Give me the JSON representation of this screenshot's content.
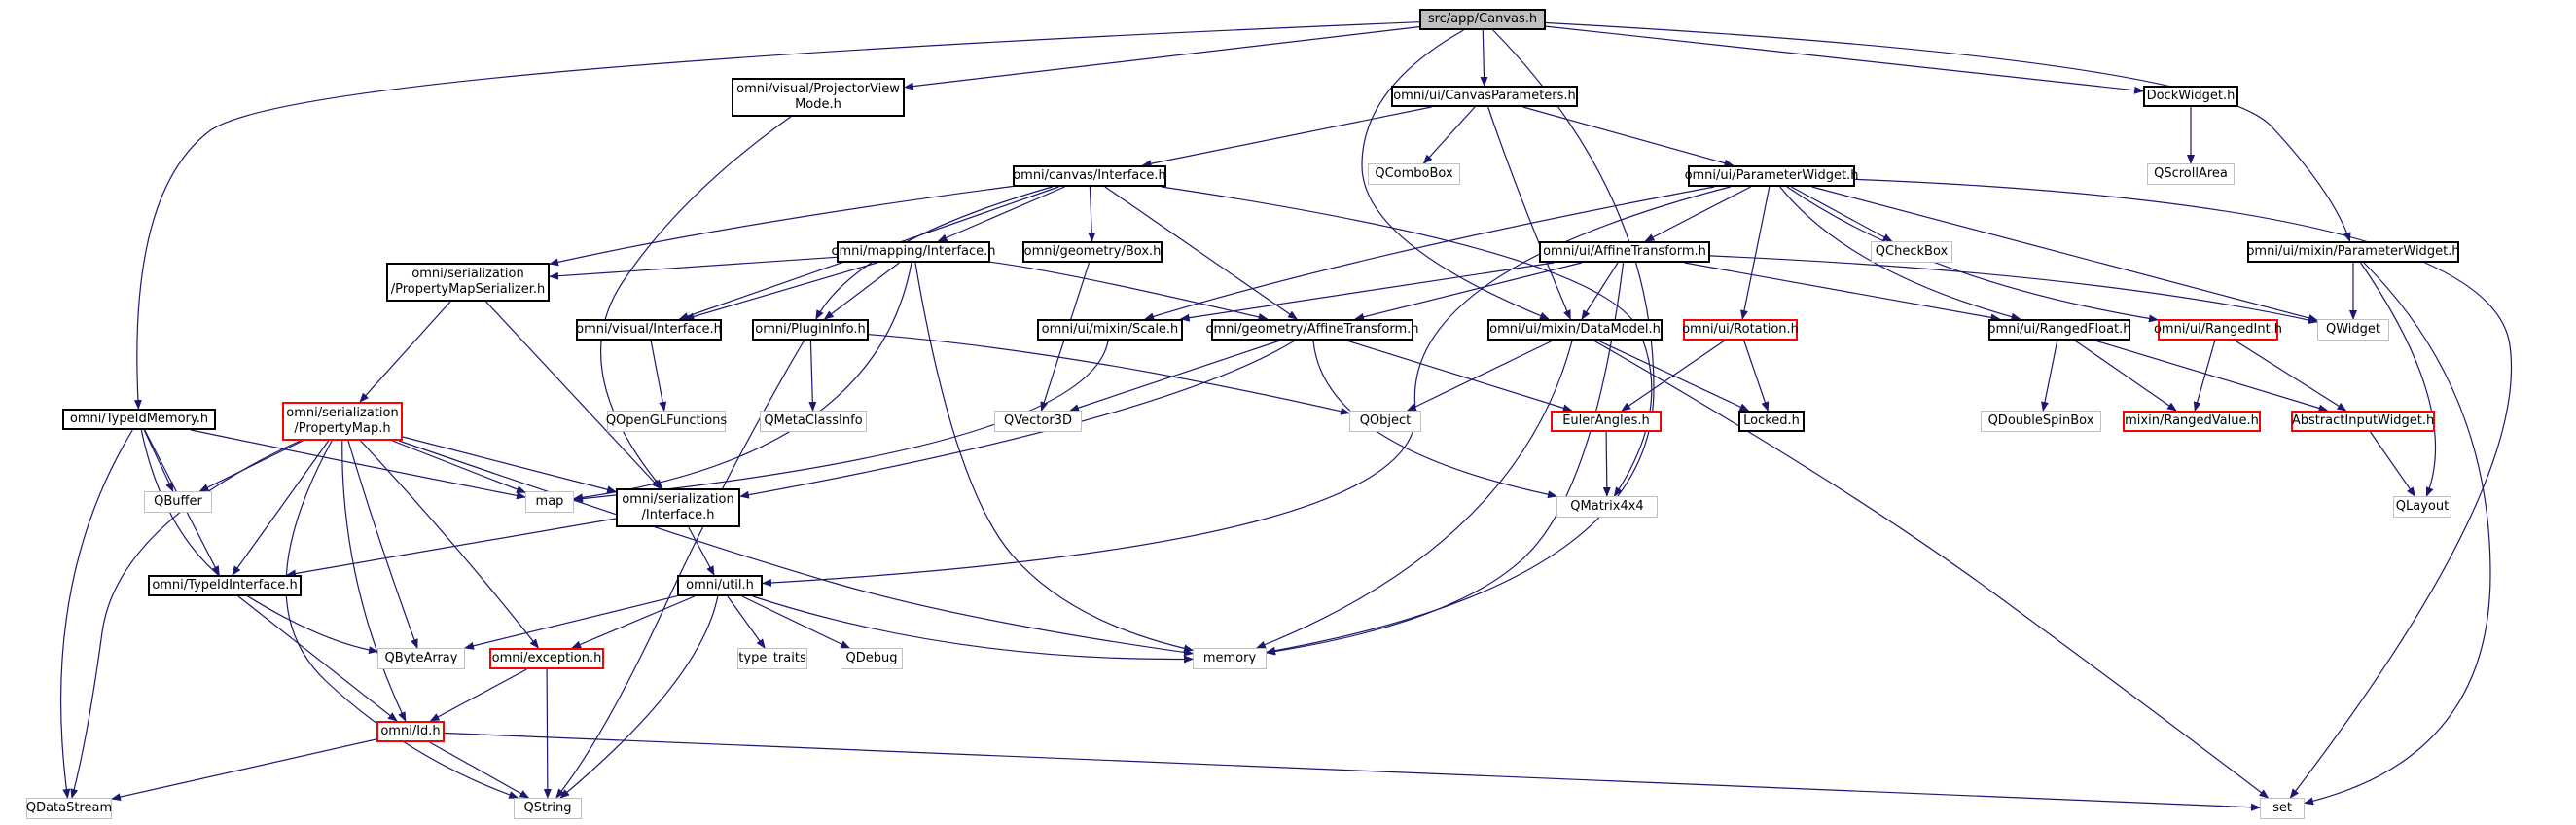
{
  "graph": {
    "colors": {
      "edge": "#191970",
      "documented_border": "#000000",
      "external_border": "#bfbfbf",
      "incomplete_border": "#ff0000",
      "root_fill": "#bfbfbf"
    },
    "nodes": [
      {
        "id": "canvas",
        "label": "src/app/Canvas.h",
        "kind": "root"
      },
      {
        "id": "projector",
        "label": "omni/visual/ProjectorView\nMode.h",
        "kind": "doc"
      },
      {
        "id": "canvasparams",
        "label": "omni/ui/CanvasParameters.h",
        "kind": "doc"
      },
      {
        "id": "dockwidget",
        "label": "DockWidget.h",
        "kind": "doc"
      },
      {
        "id": "qscrollarea",
        "label": "QScrollArea",
        "kind": "ext"
      },
      {
        "id": "qcombobox",
        "label": "QComboBox",
        "kind": "ext"
      },
      {
        "id": "canvasinterface",
        "label": "omni/canvas/Interface.h",
        "kind": "doc"
      },
      {
        "id": "paramwidget",
        "label": "omni/ui/ParameterWidget.h",
        "kind": "doc"
      },
      {
        "id": "mappinginterface",
        "label": "omni/mapping/Interface.h",
        "kind": "doc"
      },
      {
        "id": "box",
        "label": "omni/geometry/Box.h",
        "kind": "doc"
      },
      {
        "id": "uiaffine",
        "label": "omni/ui/AffineTransform.h",
        "kind": "doc"
      },
      {
        "id": "qcheckbox",
        "label": "QCheckBox",
        "kind": "ext"
      },
      {
        "id": "mixinparamwidget",
        "label": "omni/ui/mixin/ParameterWidget.h",
        "kind": "doc"
      },
      {
        "id": "propmapserializer",
        "label": "omni/serialization\n/PropertyMapSerializer.h",
        "kind": "doc"
      },
      {
        "id": "visualinterface",
        "label": "omni/visual/Interface.h",
        "kind": "doc"
      },
      {
        "id": "plugininfo",
        "label": "omni/PluginInfo.h",
        "kind": "doc"
      },
      {
        "id": "mixinscale",
        "label": "omni/ui/mixin/Scale.h",
        "kind": "doc"
      },
      {
        "id": "geomaffine",
        "label": "omni/geometry/AffineTransform.h",
        "kind": "doc"
      },
      {
        "id": "datamodel",
        "label": "omni/ui/mixin/DataModel.h",
        "kind": "doc"
      },
      {
        "id": "rotation",
        "label": "omni/ui/Rotation.h",
        "kind": "inc"
      },
      {
        "id": "rangedfloat",
        "label": "omni/ui/RangedFloat.h",
        "kind": "doc"
      },
      {
        "id": "rangedint",
        "label": "omni/ui/RangedInt.h",
        "kind": "inc"
      },
      {
        "id": "qwidget",
        "label": "QWidget",
        "kind": "ext"
      },
      {
        "id": "typeidmemory",
        "label": "omni/TypeIdMemory.h",
        "kind": "doc"
      },
      {
        "id": "propertymap",
        "label": "omni/serialization\n/PropertyMap.h",
        "kind": "inc"
      },
      {
        "id": "qopengl",
        "label": "QOpenGLFunctions",
        "kind": "ext"
      },
      {
        "id": "qmetaclassinfo",
        "label": "QMetaClassInfo",
        "kind": "ext"
      },
      {
        "id": "qvector3d",
        "label": "QVector3D",
        "kind": "ext"
      },
      {
        "id": "qobject",
        "label": "QObject",
        "kind": "ext"
      },
      {
        "id": "eulerangles",
        "label": "EulerAngles.h",
        "kind": "inc"
      },
      {
        "id": "locked",
        "label": "Locked.h",
        "kind": "doc"
      },
      {
        "id": "qdoublespinbox",
        "label": "QDoubleSpinBox",
        "kind": "ext"
      },
      {
        "id": "rangedvalue",
        "label": "mixin/RangedValue.h",
        "kind": "inc"
      },
      {
        "id": "abstractinput",
        "label": "AbstractInputWidget.h",
        "kind": "inc"
      },
      {
        "id": "qbuffer",
        "label": "QBuffer",
        "kind": "ext"
      },
      {
        "id": "map",
        "label": "map",
        "kind": "ext"
      },
      {
        "id": "serinterface",
        "label": "omni/serialization\n/Interface.h",
        "kind": "doc"
      },
      {
        "id": "qmatrix4x4",
        "label": "QMatrix4x4",
        "kind": "ext"
      },
      {
        "id": "qlayout",
        "label": "QLayout",
        "kind": "ext"
      },
      {
        "id": "typeidinterface",
        "label": "omni/TypeIdInterface.h",
        "kind": "doc"
      },
      {
        "id": "util",
        "label": "omni/util.h",
        "kind": "doc"
      },
      {
        "id": "qbytearray",
        "label": "QByteArray",
        "kind": "ext"
      },
      {
        "id": "exception",
        "label": "omni/exception.h",
        "kind": "inc"
      },
      {
        "id": "typetraits",
        "label": "type_traits",
        "kind": "ext"
      },
      {
        "id": "qdebug",
        "label": "QDebug",
        "kind": "ext"
      },
      {
        "id": "memory",
        "label": "memory",
        "kind": "ext"
      },
      {
        "id": "id",
        "label": "omni/Id.h",
        "kind": "inc"
      },
      {
        "id": "qdatastream",
        "label": "QDataStream",
        "kind": "ext"
      },
      {
        "id": "qstring",
        "label": "QString",
        "kind": "ext"
      },
      {
        "id": "set",
        "label": "set",
        "kind": "ext"
      }
    ],
    "edges": [
      [
        "canvas",
        "projector"
      ],
      [
        "canvas",
        "canvasparams"
      ],
      [
        "canvas",
        "dockwidget"
      ],
      [
        "canvas",
        "mixinparamwidget"
      ],
      [
        "canvas",
        "typeidmemory"
      ],
      [
        "canvas",
        "datamodel"
      ],
      [
        "canvas",
        "memory"
      ],
      [
        "projector",
        "serinterface"
      ],
      [
        "canvasparams",
        "canvasinterface"
      ],
      [
        "canvasparams",
        "paramwidget"
      ],
      [
        "canvasparams",
        "qcombobox"
      ],
      [
        "canvasparams",
        "datamodel"
      ],
      [
        "dockwidget",
        "qscrollarea"
      ],
      [
        "canvasinterface",
        "mappinginterface"
      ],
      [
        "canvasinterface",
        "box"
      ],
      [
        "canvasinterface",
        "geomaffine"
      ],
      [
        "canvasinterface",
        "propmapserializer"
      ],
      [
        "canvasinterface",
        "visualinterface"
      ],
      [
        "canvasinterface",
        "plugininfo"
      ],
      [
        "canvasinterface",
        "qmatrix4x4"
      ],
      [
        "paramwidget",
        "uiaffine"
      ],
      [
        "paramwidget",
        "qcheckbox"
      ],
      [
        "paramwidget",
        "rotation"
      ],
      [
        "paramwidget",
        "rangedfloat"
      ],
      [
        "paramwidget",
        "rangedint"
      ],
      [
        "paramwidget",
        "qwidget"
      ],
      [
        "paramwidget",
        "mixinscale"
      ],
      [
        "paramwidget",
        "util"
      ],
      [
        "paramwidget",
        "set"
      ],
      [
        "mappinginterface",
        "propmapserializer"
      ],
      [
        "mappinginterface",
        "visualinterface"
      ],
      [
        "mappinginterface",
        "plugininfo"
      ],
      [
        "mappinginterface",
        "geomaffine"
      ],
      [
        "mappinginterface",
        "map"
      ],
      [
        "mappinginterface",
        "memory"
      ],
      [
        "box",
        "qvector3d"
      ],
      [
        "uiaffine",
        "mixinscale"
      ],
      [
        "uiaffine",
        "datamodel"
      ],
      [
        "uiaffine",
        "geomaffine"
      ],
      [
        "uiaffine",
        "rangedfloat"
      ],
      [
        "uiaffine",
        "qwidget"
      ],
      [
        "uiaffine",
        "memory"
      ],
      [
        "mixinparamwidget",
        "qwidget"
      ],
      [
        "mixinparamwidget",
        "qlayout"
      ],
      [
        "mixinparamwidget",
        "set"
      ],
      [
        "propmapserializer",
        "propertymap"
      ],
      [
        "propmapserializer",
        "serinterface"
      ],
      [
        "visualinterface",
        "qopengl"
      ],
      [
        "plugininfo",
        "qmetaclassinfo"
      ],
      [
        "plugininfo",
        "qobject"
      ],
      [
        "plugininfo",
        "qstring"
      ],
      [
        "mixinscale",
        "map"
      ],
      [
        "geomaffine",
        "qvector3d"
      ],
      [
        "geomaffine",
        "eulerangles"
      ],
      [
        "geomaffine",
        "qmatrix4x4"
      ],
      [
        "geomaffine",
        "serinterface"
      ],
      [
        "datamodel",
        "qobject"
      ],
      [
        "datamodel",
        "locked"
      ],
      [
        "datamodel",
        "memory"
      ],
      [
        "datamodel",
        "set"
      ],
      [
        "rotation",
        "eulerangles"
      ],
      [
        "rotation",
        "locked"
      ],
      [
        "rangedfloat",
        "qdoublespinbox"
      ],
      [
        "rangedfloat",
        "rangedvalue"
      ],
      [
        "rangedfloat",
        "abstractinput"
      ],
      [
        "rangedint",
        "rangedvalue"
      ],
      [
        "rangedint",
        "abstractinput"
      ],
      [
        "typeidmemory",
        "qbuffer"
      ],
      [
        "typeidmemory",
        "map"
      ],
      [
        "typeidmemory",
        "typeidinterface"
      ],
      [
        "typeidmemory",
        "qbytearray"
      ],
      [
        "typeidmemory",
        "qdatastream"
      ],
      [
        "propertymap",
        "qbuffer"
      ],
      [
        "propertymap",
        "map"
      ],
      [
        "propertymap",
        "serinterface"
      ],
      [
        "propertymap",
        "typeidinterface"
      ],
      [
        "propertymap",
        "qbytearray"
      ],
      [
        "propertymap",
        "exception"
      ],
      [
        "propertymap",
        "id"
      ],
      [
        "propertymap",
        "qdatastream"
      ],
      [
        "propertymap",
        "qstring"
      ],
      [
        "propertymap",
        "memory"
      ],
      [
        "eulerangles",
        "qmatrix4x4"
      ],
      [
        "abstractinput",
        "qlayout"
      ],
      [
        "serinterface",
        "util"
      ],
      [
        "serinterface",
        "typeidinterface"
      ],
      [
        "typeidinterface",
        "id"
      ],
      [
        "util",
        "qbytearray"
      ],
      [
        "util",
        "exception"
      ],
      [
        "util",
        "typetraits"
      ],
      [
        "util",
        "qdebug"
      ],
      [
        "util",
        "memory"
      ],
      [
        "util",
        "qstring"
      ],
      [
        "exception",
        "id"
      ],
      [
        "exception",
        "qstring"
      ],
      [
        "id",
        "qdatastream"
      ],
      [
        "id",
        "qstring"
      ],
      [
        "id",
        "set"
      ]
    ]
  }
}
